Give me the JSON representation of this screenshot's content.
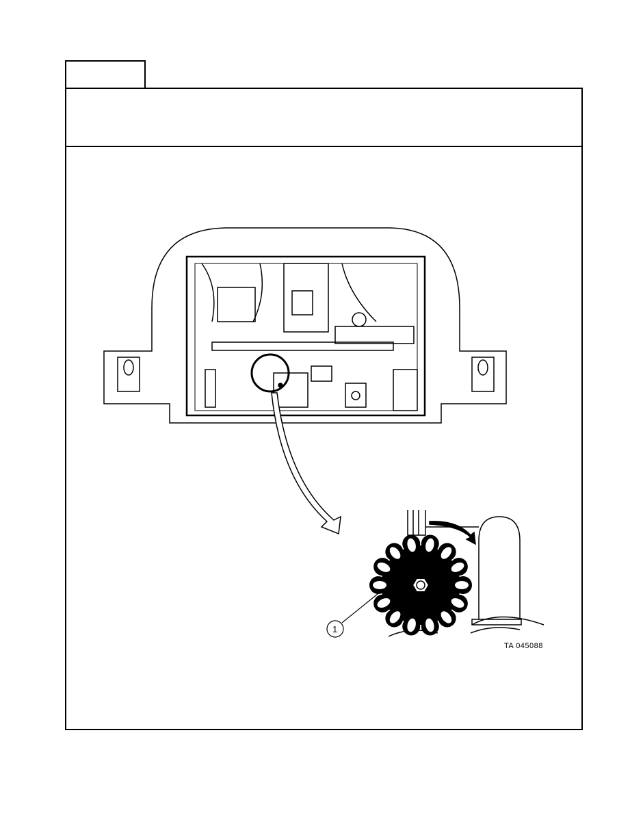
{
  "figure": {
    "callouts": [
      {
        "number": "1",
        "target": "handwheel"
      }
    ],
    "figure_id": "TA 045088"
  },
  "colors": {
    "ink": "#000000",
    "paper": "#ffffff"
  }
}
